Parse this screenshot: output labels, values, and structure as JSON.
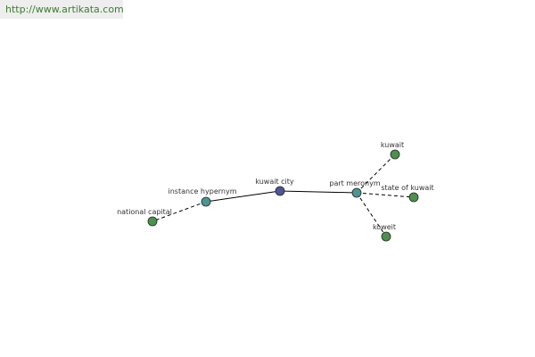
{
  "site": {
    "url": "http://www.artikata.com"
  },
  "colors": {
    "center": "#4f5596",
    "relation": "#4f9494",
    "term": "#4f8f50",
    "url": "#3d7d30"
  },
  "graph": {
    "nodes": [
      {
        "id": "kuwait-city",
        "label": "kuwait city",
        "kind": "center"
      },
      {
        "id": "instance-hypernym",
        "label": "instance hypernym",
        "kind": "relation"
      },
      {
        "id": "part-meronym",
        "label": "part meronym",
        "kind": "relation"
      },
      {
        "id": "national-capital",
        "label": "national capital",
        "kind": "term"
      },
      {
        "id": "kuwait",
        "label": "kuwait",
        "kind": "term"
      },
      {
        "id": "state-of-kuwait",
        "label": "state of kuwait",
        "kind": "term"
      },
      {
        "id": "koweit",
        "label": "koweit",
        "kind": "term"
      }
    ],
    "edges": [
      {
        "from": "kuwait-city",
        "to": "instance-hypernym",
        "style": "solid"
      },
      {
        "from": "kuwait-city",
        "to": "part-meronym",
        "style": "solid"
      },
      {
        "from": "instance-hypernym",
        "to": "national-capital",
        "style": "dashed"
      },
      {
        "from": "part-meronym",
        "to": "kuwait",
        "style": "dashed"
      },
      {
        "from": "part-meronym",
        "to": "state-of-kuwait",
        "style": "dashed"
      },
      {
        "from": "part-meronym",
        "to": "koweit",
        "style": "dashed"
      }
    ]
  }
}
